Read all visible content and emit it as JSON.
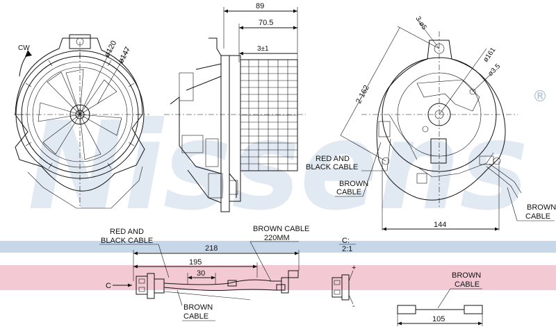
{
  "brand": {
    "watermark": "Nissens",
    "registered_mark": "®"
  },
  "colors": {
    "band_blue": "#c6d7ea",
    "band_pink": "#f3c9d4",
    "watermark": "#c9d8e8"
  },
  "front_view": {
    "rotation_label": "CW",
    "dia_inner": "ø120",
    "dia_outer": "ø147"
  },
  "side_view": {
    "dim_total": "89",
    "dim_body": "70.5",
    "dim_offset": "3±1"
  },
  "rear_view": {
    "holes": "3-ø5",
    "dia_bolt_circle": "ø161",
    "dia_small": "ø3.5",
    "dim_diagonal": "2-162",
    "dim_width": "144",
    "callout_red_black_line1": "RED AND",
    "callout_red_black_line2": "BLACK CABLE",
    "callout_brown_mid_line1": "BROWN",
    "callout_brown_mid_line2": "CABLE",
    "callout_brown_right_line1": "BROWN",
    "callout_brown_right_line2": "CABLE"
  },
  "cable_view": {
    "red_black_line1": "RED AND",
    "red_black_line2": "BLACK CABLE",
    "brown_220_line1": "BROWN CABLE",
    "brown_220_line2": "220MM",
    "dim_218": "218",
    "dim_195": "195",
    "dim_30": "30",
    "label_c": "C",
    "brown_bottom_line1": "BROWN",
    "brown_bottom_line2": "CABLE"
  },
  "connector_view": {
    "label": "C:",
    "scale": "2:1",
    "plus": "+",
    "minus": "-"
  },
  "loose_cable": {
    "label_line1": "BROWN",
    "label_line2": "CABLE",
    "dim_length": "105"
  }
}
